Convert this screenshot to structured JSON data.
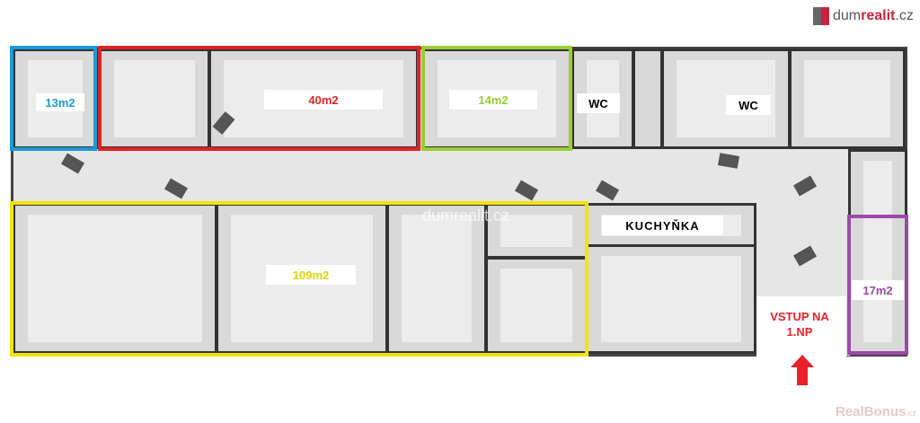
{
  "logo": {
    "text_plain": "dum",
    "text_bold": "realit",
    "text_tld": ".cz"
  },
  "watermark": {
    "center": "dumrealit.cz",
    "bottom": "RealBonus",
    "bottom_tld": ".cz"
  },
  "areas": [
    {
      "label": "13m2",
      "color": "#1a9ad6"
    },
    {
      "label": "40m2",
      "color": "#e02424"
    },
    {
      "label": "14m2",
      "color": "#9acd32"
    },
    {
      "label": "109m2",
      "color": "#f2e40c"
    },
    {
      "label": "17m2",
      "color": "#9b4aa8"
    }
  ],
  "rooms": {
    "wc1": "WC",
    "wc2": "WC",
    "kitchen": "KUCHYŇKA"
  },
  "entrance": {
    "line1": "VSTUP NA",
    "line2": "1.NP",
    "color": "#e8202a"
  }
}
